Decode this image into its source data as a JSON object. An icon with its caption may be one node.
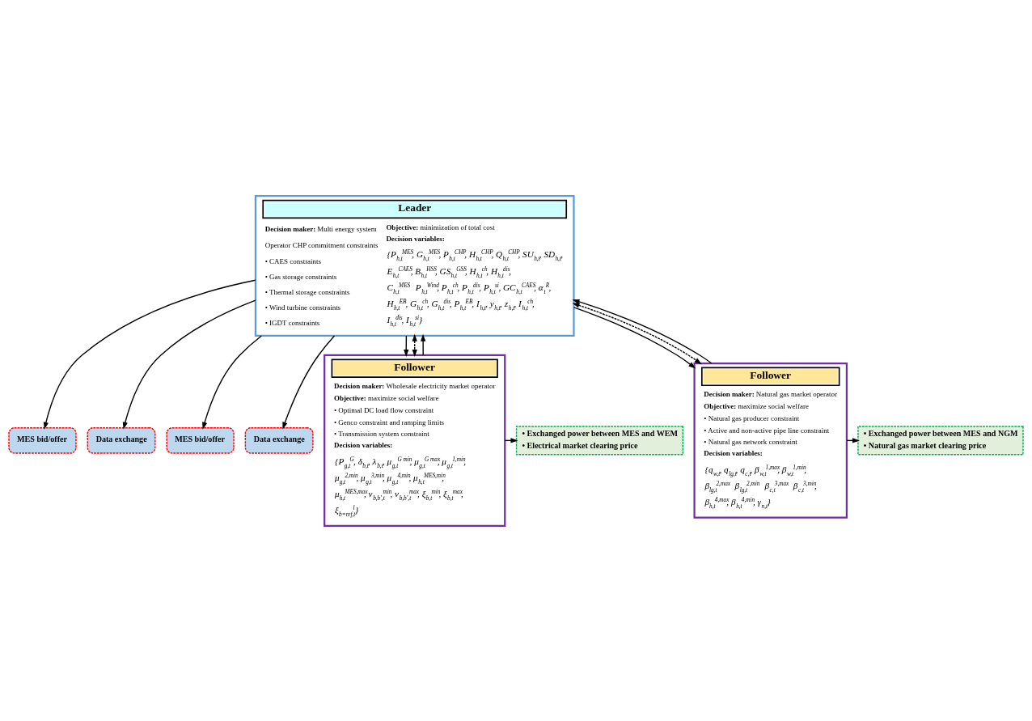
{
  "diagram": {
    "nodes": [
      {
        "text": [
          "Leader",
          "**Decision maker:** Multi energy system",
          "Operator CHP commitment constraints",
          "• CAES constraints",
          "• Gas storage constraints",
          "• Thermal storage constraints",
          "• Wind turbine constraints",
          "• IGDT constraints",
          "**Objective:** minimization of total cost",
          "Decision variables:",
          "{P$_{h,t}$$^{MES}$, G$_{h,t}$$^{MES}$, P$_{h,t}$$^{CHP}$, H$_{h,t}$$^{CHP}$, Q$_{h,t}$$^{CHP}$, SU$_{h,t}$, SD$_{h,t}$, E$_{h,t}$$^{CAES}$, B$_{h,t}$$^{HSS}$, GS$_{h,t}$$^{GSS}$, H$_{h,t}$$^{ch}$, H$_{h,t}$$^{dis}$, C$_{h,t}$$^{MES}$ P$_{h,t}$$^{Wind}$, P$_{h,t}$$^{ch}$, P$_{h,t}$$^{dis}$, P$_{h,t}$$^{si}$, GC$_{h,t}$$^{CAES}$, α$_{t}$$^{R}$, H$_{h,t}$$^{EB}$, G$_{h,t}$$^{ch}$, G$_{h,t}$$^{dis}$, P$_{h,t}$$^{EB}$, I$_{h,t}$, y$_{h,t}$, z$_{h,t}$, I$_{h,t}$$^{ch}$, I$_{h,t}$$^{dis}$, I$_{h,t}$$^{si}$}"
        ]
      },
      {
        "text": [
          "MES bid/offer"
        ]
      },
      {
        "text": [
          "Data exchange"
        ]
      },
      {
        "text": [
          "• Exchanged power between MES and WEM",
          "• Electrical market clearing price"
        ]
      },
      {
        "text": [
          "MES bid/offer"
        ]
      },
      {
        "text": [
          "Data exchange"
        ]
      },
      {
        "text": [
          "• Exchanged power between MES and NGM",
          "• Natural gas market clearing price"
        ]
      },
      {
        "text": [
          "Follower",
          "**Decision maker:** Wholesale electricity market operator",
          "**Objective:** maximize social welfare",
          "• Optimal DC load flow constraint",
          "• Genco constraint and ramping limits",
          "• Transmission system constraint",
          "Decision variables:",
          "{P$_{g,t}$$^{G}$, δ$_{b,t}$, λ$_{b,t}$, μ$_{g,t}$$^{G min}$, μ$_{g,t}$$^{G max}$, μ$_{g,t}$$^{1,min}$, μ$_{g,t}$$^{2,min}$, μ$_{g,t}$$^{3,min}$, μ$_{g,t}$$^{4,min}$, μ$_{h,t}$$^{MES,min}$, μ$_{h,t}$$^{MES,max}$, ν$_{b,b′,t}$$^{min}$, ν$_{b,b′,t}$$^{max}$, ξ$_{b,t}$$^{min}$, ξ$_{b,t}$$^{max}$, ξ$_{b=ref,t}$$^{l}$}"
        ]
      },
      {
        "text": [
          "Follower",
          "**Decision maker:** Natural gas market operator",
          "**Objective:** maximize social welfare",
          "• Natural gas producer constraint",
          "• Active and non-active pipe line constraint",
          "• Natural gas network constraint",
          "Decision variables:",
          "{q$_{w,t}$, q$_{lg,t}$, q$_{c,t}$, β$_{w,t}$$^{1,max}$, β$_{w,t}$$^{1,min}$, β$_{lg,t}$$^{2,max}$ β$_{lg,t}$$^{2,min}$ β$_{c,t}$$^{3,max}$ β$_{c,t}$$^{3,min}$, β$_{h,t}$$^{4,max}$, β$_{h,t}$$^{4,min}$, γ$_{n,t}$}"
        ]
      }
    ],
    "edges": [
      {
        "from": 0,
        "to": 7,
        "arrow": "to"
      },
      {
        "from": 0,
        "to": 1,
        "arrow": "to"
      },
      {
        "from": 0,
        "to": 7,
        "arrow": "both",
        "style": "dashed"
      },
      {
        "from": 0,
        "to": 2,
        "arrow": "to"
      },
      {
        "from": 7,
        "to": 0,
        "arrow": "to"
      },
      {
        "from": 7,
        "to": 3,
        "arrow": "to"
      },
      {
        "from": 0,
        "to": 8,
        "arrow": "to"
      },
      {
        "from": 0,
        "to": 4,
        "arrow": "to"
      },
      {
        "from": 0,
        "to": 8,
        "arrow": "both",
        "style": "dashed"
      },
      {
        "from": 0,
        "to": 5,
        "arrow": "to"
      },
      {
        "from": 8,
        "to": 0,
        "arrow": "to"
      },
      {
        "from": 8,
        "to": 6,
        "arrow": "to"
      }
    ]
  }
}
